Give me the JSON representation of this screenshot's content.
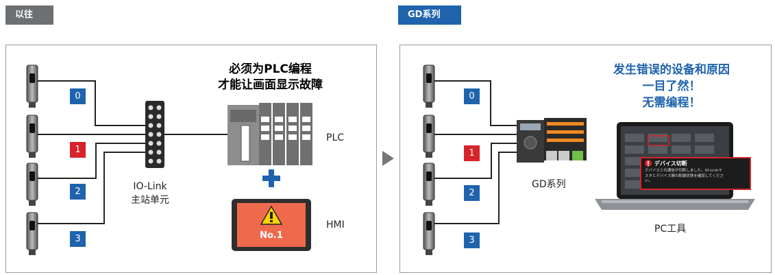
{
  "tags": {
    "left": "以往",
    "right": "GD系列"
  },
  "left": {
    "headline": [
      "必须为PLC编程",
      "才能让画面显示故障"
    ],
    "channels": [
      "0",
      "1",
      "2",
      "3"
    ],
    "io_link_label": [
      "IO-Link",
      "主站单元"
    ],
    "plc_label": "PLC",
    "hmi_label": "HMI",
    "hmi_screen_text": "No.1",
    "plus": "+"
  },
  "right": {
    "headline": [
      "发生错误的设备和原因",
      "一目了然！",
      "无需编程！"
    ],
    "channels": [
      "0",
      "1",
      "2",
      "3"
    ],
    "gd_label": "GD系列",
    "pc_label": "PC工具",
    "popup": {
      "title": "デバイス切断",
      "body": [
        "デバイスとの通信が切断しました。IO-Linkマ",
        "スタとデバイス間の配線状態を確認してくださ",
        "い。"
      ]
    }
  },
  "colors": {
    "accent_blue": "#1f63ad",
    "error_red": "#d7232a",
    "tag_gray": "#6d7073",
    "hmi_orange": "#ef6a4d"
  },
  "icons": [
    "sensor-icon",
    "io-link-master-icon",
    "plc-icon",
    "plus-icon",
    "hmi-icon",
    "warning-icon",
    "gd-unit-icon",
    "laptop-icon",
    "error-icon",
    "arrow-right-icon"
  ]
}
